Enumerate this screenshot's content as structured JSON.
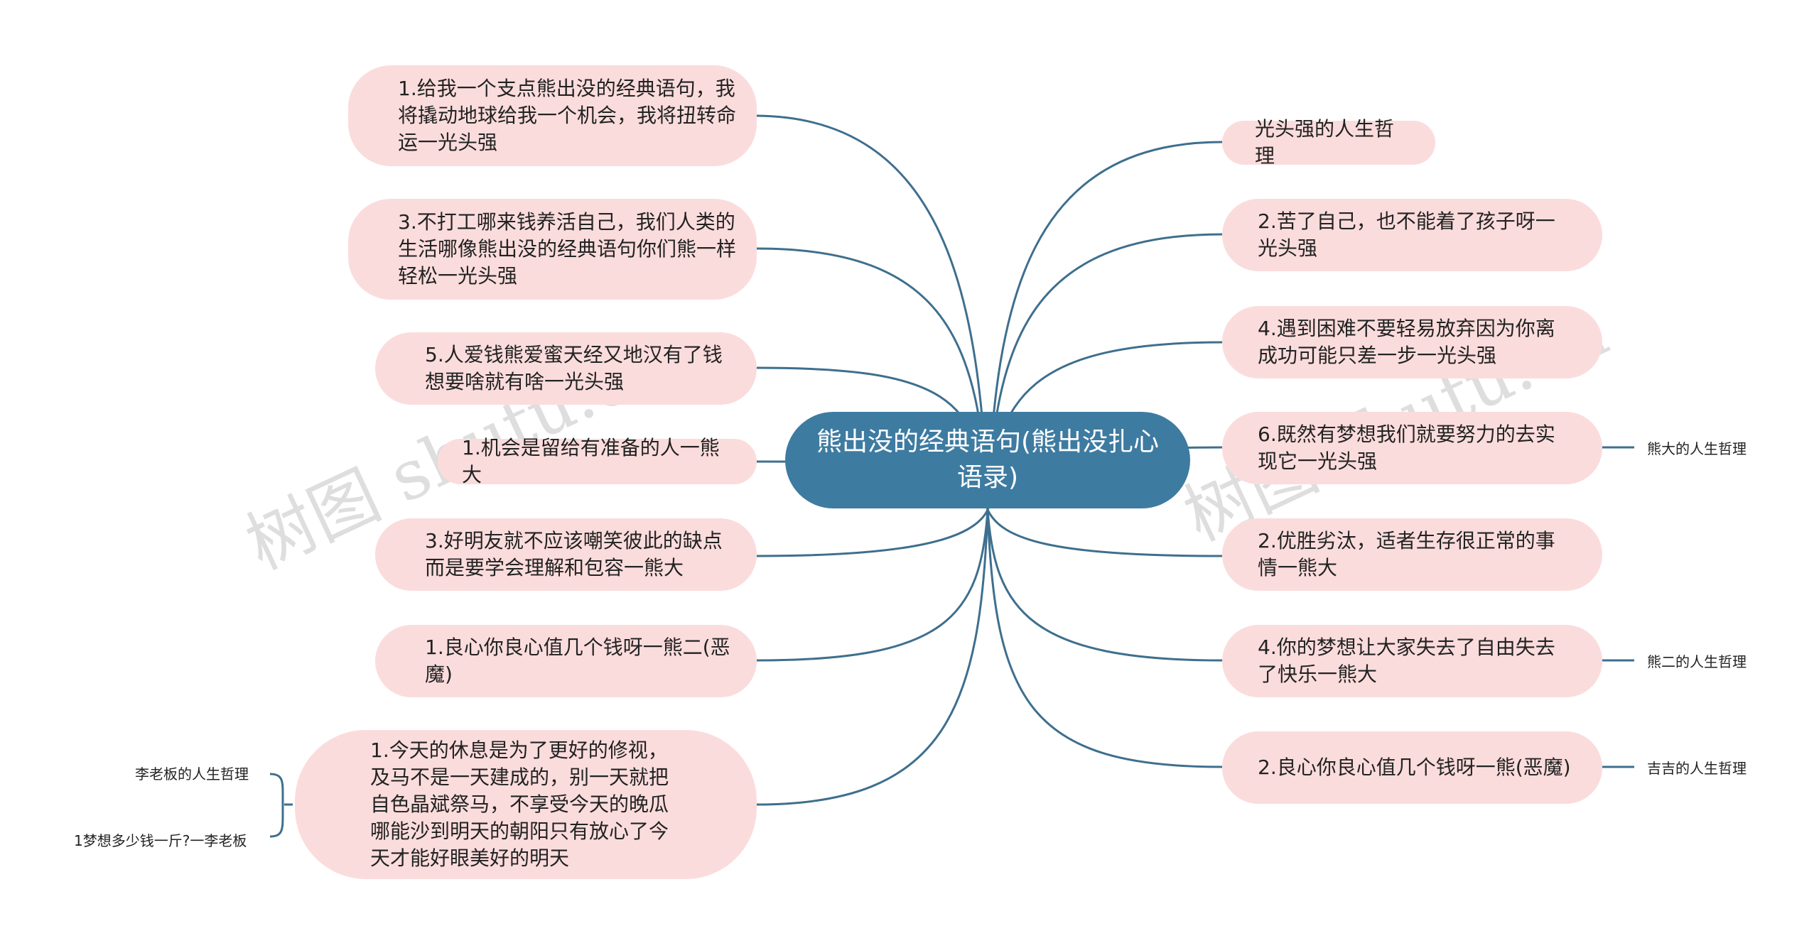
{
  "center": "熊出没的经典语句(熊出没扎心语录)",
  "left_nodes": [
    "1.给我一个支点熊出没的经典语句，我将撬动地球给我一个机会，我将扭转命运一光头强",
    "3.不打工哪来钱养活自己，我们人类的生活哪像熊出没的经典语句你们熊一样轻松一光头强",
    "5.人爱钱熊爱蜜天经又地汉有了钱想要啥就有啥一光头强",
    "1.机会是留给有准备的人一熊大",
    "3.好明友就不应该嘲笑彼此的缺点而是要学会理解和包容一熊大",
    "1.良心你良心值几个钱呀一熊二(恶魔)",
    "1.今天的休息是为了更好的修视，及马不是一天建成的，别一天就把自色晶斌祭马，不享受今天的晚瓜哪能沙到明天的朝阳只有放心了今天才能好眼美好的明天"
  ],
  "right_nodes": [
    "光头强的人生哲理",
    "2.苦了自己，也不能着了孩子呀一光头强",
    "4.遇到困难不要轻易放弃因为你离成功可能只差一步一光头强",
    "6.既然有梦想我们就要努力的去实现它一光头强",
    "2.优胜劣汰，适者生存很正常的事情一熊大",
    "4.你的梦想让大家失去了自由失去了快乐一熊大",
    "2.良心你良心值几个钱呀一熊(恶魔)"
  ],
  "right_leaves": [
    "熊大的人生哲理",
    "熊二的人生哲理",
    "吉吉的人生哲理"
  ],
  "left_leaves": [
    "李老板的人生哲理",
    "1梦想多少钱一斤?一李老板"
  ],
  "watermark": [
    "树图 shutu.cn",
    "树图 shutu.cn"
  ],
  "colors": {
    "node_fill": "#fbdcdc",
    "center_fill": "#3e7ba1",
    "line": "#3e6f8e"
  }
}
